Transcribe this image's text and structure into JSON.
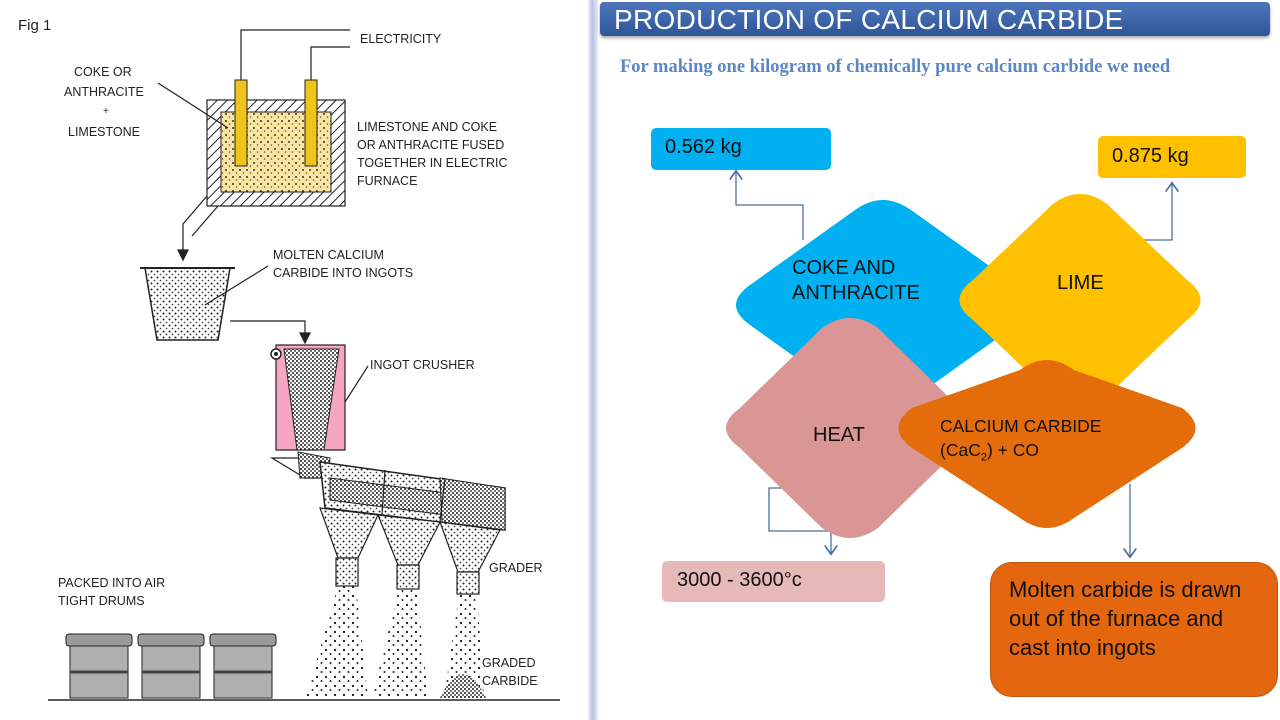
{
  "figure": {
    "fig_label": "Fig 1",
    "labels": {
      "electricity": "ELECTRICITY",
      "coke_or": "COKE OR",
      "anthracite": "ANTHRACITE",
      "plus": "+",
      "limestone": "LIMESTONE",
      "fused_1": "LIMESTONE AND COKE",
      "fused_2": "OR ANTHRACITE FUSED",
      "fused_3": "TOGETHER IN ELECTRIC",
      "fused_4": "FURNACE",
      "molten_1": "MOLTEN CALCIUM",
      "molten_2": "CARBIDE INTO INGOTS",
      "crusher": "INGOT CRUSHER",
      "grader": "GRADER",
      "packed_1": "PACKED INTO AIR",
      "packed_2": "TIGHT DRUMS",
      "graded_1": "GRADED",
      "graded_2": "CARBIDE"
    }
  },
  "slide": {
    "title": "PRODUCTION OF CALCIUM CARBIDE",
    "subtitle": "For making one kilogram of chemically pure calcium carbide  we need",
    "diamonds": {
      "coke_line1": "COKE AND",
      "coke_line2": "ANTHRACITE",
      "lime": "LIME",
      "heat": "HEAT",
      "carbide_line1": "CALCIUM CARBIDE",
      "carbide_formula_pre": "(CaC",
      "carbide_formula_sub": "2",
      "carbide_formula_post": ") + CO"
    },
    "boxes": {
      "coke_amount": "0.562 kg",
      "lime_amount": "0.875 kg",
      "temperature": "3000 - 3600°c",
      "result": "Molten carbide is drawn out of the furnace and cast into ingots"
    },
    "colors": {
      "title_bar": "#2f5597",
      "coke": "#00b0f0",
      "lime": "#ffc000",
      "heat": "#d99694",
      "carbide": "#e46c0a",
      "result": "#e4660f",
      "temperature_box": "#e6b9b8",
      "connector": "#4a6fa5"
    }
  }
}
